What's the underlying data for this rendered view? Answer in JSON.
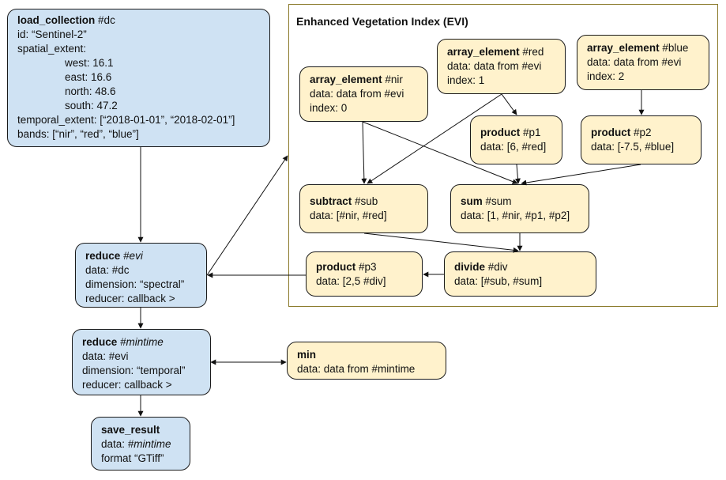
{
  "evi_group": {
    "title": "Enhanced Vegetation Index (EVI)"
  },
  "nodes": {
    "load_collection": {
      "name": "load_collection",
      "ref": "#dc",
      "id": "id: “Sentinel-2”",
      "spatial": "spatial_extent:",
      "west": "west: 16.1",
      "east": "east: 16.6",
      "north": "north: 48.6",
      "south": "south: 47.2",
      "temporal": "temporal_extent: [“2018-01-01”, “2018-02-01”]",
      "bands": "bands: [“nir”, “red”, “blue”]"
    },
    "reduce_evi": {
      "name": "reduce",
      "ref": "#evi",
      "data": "data: #dc",
      "dimension": "dimension: “spectral”",
      "reducer": "reducer: callback >"
    },
    "reduce_mintime": {
      "name": "reduce",
      "ref": "#mintime",
      "data": "data: #evi",
      "dimension": "dimension: “temporal”",
      "reducer": "reducer: callback >"
    },
    "save_result": {
      "name": "save_result",
      "data_label": "data: ",
      "data_ref": "#mintime",
      "format": "format “GTiff”"
    },
    "min": {
      "name": "min",
      "data": "data: data from #mintime"
    },
    "ae_nir": {
      "name": "array_element",
      "ref": "#nir",
      "data": "data: data from #evi",
      "index": "index: 0"
    },
    "ae_red": {
      "name": "array_element",
      "ref": "#red",
      "data": "data: data from #evi",
      "index": "index: 1"
    },
    "ae_blue": {
      "name": "array_element",
      "ref": "#blue",
      "data": "data: data from #evi",
      "index": "index: 2"
    },
    "p1": {
      "name": "product",
      "ref": "#p1",
      "data": "data: [6, #red]"
    },
    "p2": {
      "name": "product",
      "ref": "#p2",
      "data": "data: [-7.5, #blue]"
    },
    "sub": {
      "name": "subtract",
      "ref": "#sub",
      "data": "data: [#nir, #red]"
    },
    "sum": {
      "name": "sum",
      "ref": "#sum",
      "data": "data: [1, #nir, #p1, #p2]"
    },
    "p3": {
      "name": "product",
      "ref": "#p3",
      "data": "data: [2,5 #div]"
    },
    "div": {
      "name": "divide",
      "ref": "#div",
      "data": "data: [#sub, #sum]"
    }
  },
  "colors": {
    "blue_node": "#cfe2f3",
    "yellow_node": "#fff2cc",
    "frame": "#8b7a2b"
  }
}
